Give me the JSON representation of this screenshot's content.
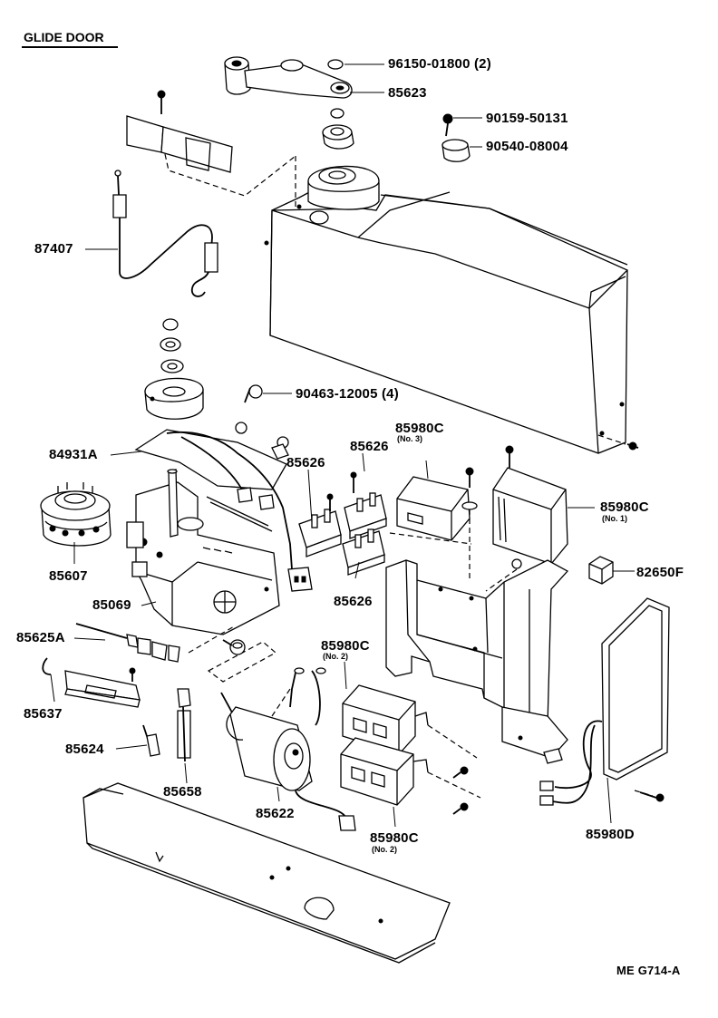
{
  "diagram": {
    "title": "GLIDE DOOR",
    "reference": "ME G714-A"
  },
  "parts": [
    {
      "id": "p_96150",
      "label": "96150-01800 (2)"
    },
    {
      "id": "p_85623",
      "label": "85623"
    },
    {
      "id": "p_90159",
      "label": "90159-50131"
    },
    {
      "id": "p_90540",
      "label": "90540-08004"
    },
    {
      "id": "p_87407",
      "label": "87407"
    },
    {
      "id": "p_90463",
      "label": "90463-12005 (4)"
    },
    {
      "id": "p_84931A",
      "label": "84931A"
    },
    {
      "id": "p_85980C_3",
      "label": "85980C",
      "sub": "(No. 3)"
    },
    {
      "id": "p_85626_a",
      "label": "85626"
    },
    {
      "id": "p_85626_b",
      "label": "85626"
    },
    {
      "id": "p_85626_c",
      "label": "85626"
    },
    {
      "id": "p_85980C_1",
      "label": "85980C",
      "sub": "(No. 1)"
    },
    {
      "id": "p_85607",
      "label": "85607"
    },
    {
      "id": "p_85069",
      "label": "85069"
    },
    {
      "id": "p_82650F",
      "label": "82650F"
    },
    {
      "id": "p_85625A",
      "label": "85625A"
    },
    {
      "id": "p_85980C_2a",
      "label": "85980C",
      "sub": "(No. 2)"
    },
    {
      "id": "p_85637",
      "label": "85637"
    },
    {
      "id": "p_85624",
      "label": "85624"
    },
    {
      "id": "p_85658",
      "label": "85658"
    },
    {
      "id": "p_85622",
      "label": "85622"
    },
    {
      "id": "p_85980C_2b",
      "label": "85980C",
      "sub": "(No. 2)"
    },
    {
      "id": "p_85980D",
      "label": "85980D"
    }
  ]
}
